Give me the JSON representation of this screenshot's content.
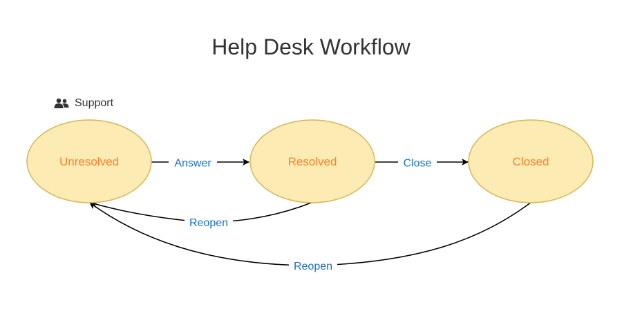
{
  "diagram": {
    "title": "Help Desk Workflow",
    "lane": {
      "label": "Support",
      "icon": "users-icon"
    },
    "states": [
      {
        "id": "unresolved",
        "label": "Unresolved"
      },
      {
        "id": "resolved",
        "label": "Resolved"
      },
      {
        "id": "closed",
        "label": "Closed"
      }
    ],
    "transitions": [
      {
        "from": "unresolved",
        "to": "resolved",
        "label": "Answer"
      },
      {
        "from": "resolved",
        "to": "closed",
        "label": "Close"
      },
      {
        "from": "resolved",
        "to": "unresolved",
        "label": "Reopen"
      },
      {
        "from": "closed",
        "to": "unresolved",
        "label": "Reopen"
      }
    ],
    "colors": {
      "state_fill": "#fdebb4",
      "state_stroke": "#d6b656",
      "state_text": "#ff7f2a",
      "edge_label": "#1a6fc4",
      "edge_line": "#000000",
      "title": "#333333"
    }
  }
}
